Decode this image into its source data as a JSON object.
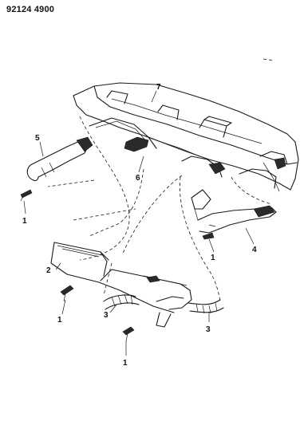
{
  "header": {
    "code": "92124 4900"
  },
  "callouts": [
    "1",
    "1",
    "1",
    "1",
    "2",
    "3",
    "3",
    "4",
    "5",
    "6",
    "7"
  ]
}
